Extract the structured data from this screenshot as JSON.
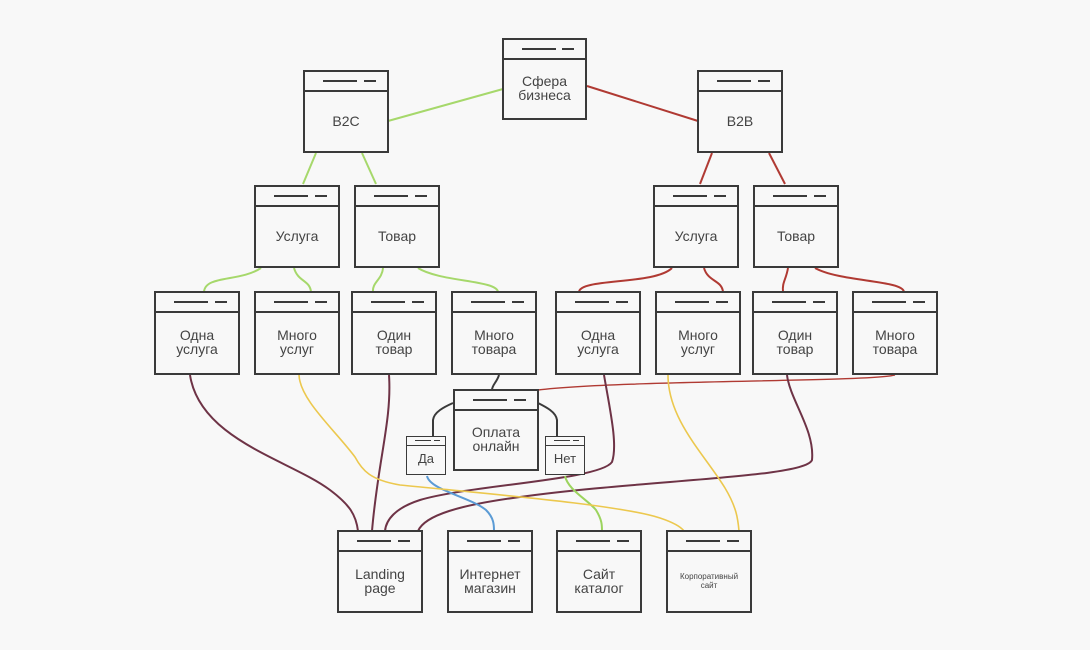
{
  "colors": {
    "b2c": "#a6d86b",
    "b2b": "#b03a33",
    "flow": "#6e3346",
    "yellow": "#ecc84e",
    "blue": "#5b9bd5",
    "green": "#9cd45e"
  },
  "nodes": {
    "root": "Сфера\nбизнеса",
    "b2c": "B2C",
    "b2b": "B2B",
    "b2c_service": "Услуга",
    "b2c_product": "Товар",
    "b2b_service": "Услуга",
    "b2b_product": "Товар",
    "b2c_one_service": "Одна\nуслуга",
    "b2c_many_services": "Много\nуслуг",
    "b2c_one_product": "Один\nтовар",
    "b2c_many_products": "Много\nтовара",
    "b2b_one_service": "Одна\nуслуга",
    "b2b_many_services": "Много\nуслуг",
    "b2b_one_product": "Один\nтовар",
    "b2b_many_products": "Много\nтовара",
    "online_payment": "Оплата\nонлайн",
    "yes": "Да",
    "no": "Нет",
    "landing": "Landing\npage",
    "shop": "Интернет\nмагазин",
    "catalog": "Сайт\nкаталог",
    "corporate": "Корпоративный\nсайт"
  }
}
